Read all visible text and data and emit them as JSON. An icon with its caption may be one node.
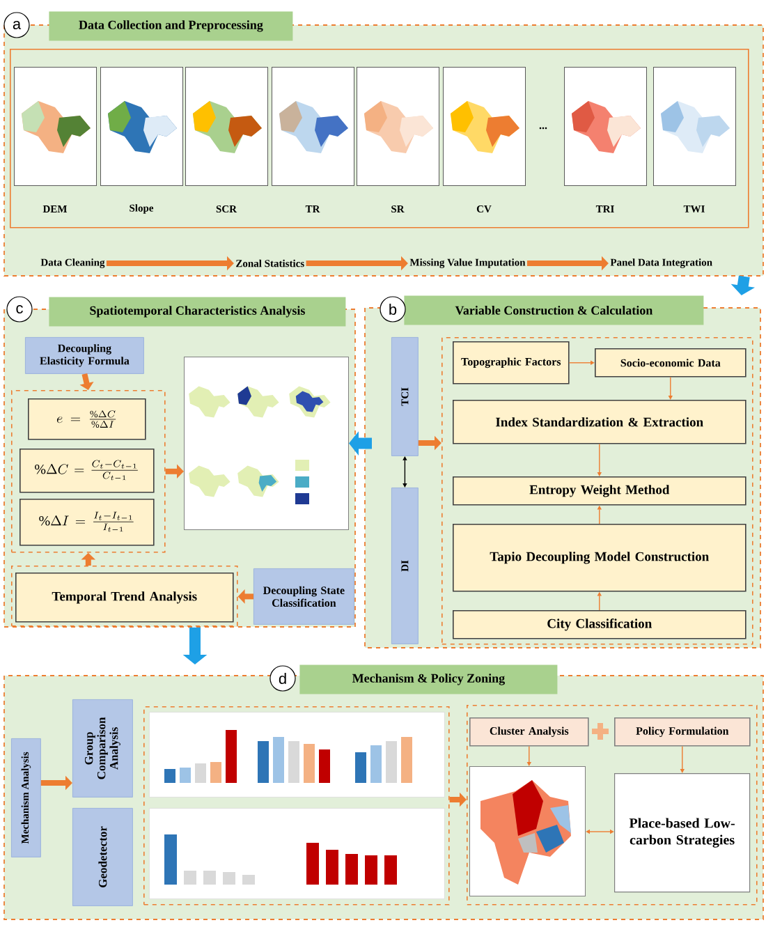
{
  "diagram": {
    "nodes": [
      {
        "text": [
          "Data Collection and Preprocessing"
        ]
      },
      {
        "text": [
          "a"
        ]
      },
      {
        "text": [],
        "shape": "box",
        "in": 0
      },
      {
        "text": [],
        "shape": "picture",
        "in": 2,
        "beside": [
          "DEM"
        ]
      },
      {
        "text": [],
        "shape": "picture",
        "in": 2,
        "beside": [
          "Slope"
        ]
      },
      {
        "text": [],
        "shape": "picture",
        "in": 2,
        "beside": [
          "SCR"
        ]
      },
      {
        "text": [],
        "shape": "picture",
        "in": 2,
        "beside": [
          "TR"
        ]
      },
      {
        "text": [],
        "shape": "picture",
        "in": 2,
        "beside": [
          "SR"
        ]
      },
      {
        "text": [],
        "shape": "picture",
        "in": 2,
        "beside": [
          "CV"
        ]
      },
      {
        "text": [],
        "shape": "picture",
        "in": 2,
        "beside": [
          "TRI"
        ]
      },
      {
        "text": [],
        "shape": "picture",
        "in": 2,
        "beside": [
          "TWI"
        ]
      },
      {
        "text": [
          "Data Cleaning"
        ],
        "in": 0
      },
      {
        "text": [
          "Zonal Statistics"
        ],
        "in": 0
      },
      {
        "text": [
          "Missing Value Imputation"
        ],
        "in": 0
      },
      {
        "text": [
          "Panel Data Integration"
        ],
        "in": 0
      },
      {
        "text": [
          "Spatiotemporal Characteristics Analysis"
        ]
      },
      {
        "text": [
          "c"
        ]
      },
      {
        "text": [
          "Decoupling Elasticity Formula"
        ],
        "in": 15
      },
      {
        "text": [],
        "shape": "box",
        "in": 15
      },
      {
        "text": [
          "e=\\frac{\\%\\Delta C}{\\%\\Delta I}"
        ],
        "in": 18
      },
      {
        "text": [
          "\\%\\Delta C=\\frac{C_t-C_{t-1}}{C_{t-1}}"
        ],
        "in": 18
      },
      {
        "text": [
          "\\%\\Delta I=\\frac{I_t-I_{t-1}}{I_{t-1}}"
        ],
        "in": 18
      },
      {
        "text": [],
        "shape": "picture",
        "in": 15
      },
      {
        "text": [],
        "shape": "box",
        "in": 15
      },
      {
        "text": [
          "Temporal Trend Analysis"
        ],
        "in": 23
      },
      {
        "text": [
          "Decoupling State Classification"
        ],
        "in": 15
      },
      {
        "text": [
          "Variable Construction & Calculation"
        ]
      },
      {
        "text": [
          "b"
        ]
      },
      {
        "text": [
          "TCI"
        ],
        "in": 26
      },
      {
        "text": [
          "DI"
        ],
        "in": 26
      },
      {
        "text": [],
        "shape": "box",
        "in": 26
      },
      {
        "text": [
          "Topographic Factors"
        ],
        "in": 30
      },
      {
        "text": [
          "Socio-economic Data"
        ],
        "in": 30
      },
      {
        "text": [
          "Index Standardization & Extraction"
        ],
        "in": 30
      },
      {
        "text": [
          "Entropy Weight Method"
        ],
        "in": 30
      },
      {
        "text": [
          "Tapio Decoupling Model Construction"
        ],
        "in": 30
      },
      {
        "text": [
          "City Classification"
        ],
        "in": 30
      },
      {
        "text": [
          "Mechanism & Policy Zoning"
        ]
      },
      {
        "text": [
          "d"
        ]
      },
      {
        "text": [
          "Mechanism Analysis"
        ],
        "in": 37
      },
      {
        "text": [
          "Group Comparison Analysis"
        ],
        "in": 37
      },
      {
        "text": [
          "Geodetector"
        ],
        "in": 37
      },
      {
        "text": [],
        "shape": "box",
        "in": 37
      },
      {
        "text": [],
        "shape": "picture",
        "in": 42
      },
      {
        "text": [],
        "shape": "picture",
        "in": 42
      },
      {
        "text": [],
        "shape": "box",
        "in": 37
      },
      {
        "text": [
          "Cluster Analysis"
        ],
        "in": 45
      },
      {
        "text": [
          "Policy Formulation"
        ],
        "in": 45
      },
      {
        "text": [],
        "shape": "picture",
        "in": 45
      },
      {
        "text": [
          "Place-based Low-carbon Strategies"
        ],
        "in": 45
      }
    ],
    "edges": [
      {
        "from": 11,
        "to": 12,
        "arrow": "to"
      },
      {
        "from": 12,
        "to": 13,
        "arrow": "to"
      },
      {
        "from": 13,
        "to": 14,
        "arrow": "to"
      },
      {
        "from": 0,
        "to": 26,
        "arrow": "to",
        "style": "thick",
        "color": "#1ea0e6"
      },
      {
        "from": 17,
        "to": 18,
        "arrow": "to"
      },
      {
        "from": 18,
        "to": 22,
        "arrow": "to"
      },
      {
        "from": 23,
        "to": 18,
        "arrow": "to"
      },
      {
        "from": 25,
        "to": 23,
        "arrow": "to"
      },
      {
        "from": 26,
        "to": 22,
        "arrow": "to",
        "style": "thick",
        "color": "#1ea0e6"
      },
      {
        "from": 15,
        "to": 37,
        "arrow": "to",
        "style": "thick",
        "color": "#1ea0e6"
      },
      {
        "from": 28,
        "to": 29,
        "arrow": "both",
        "color": "#000000"
      },
      {
        "from": 28,
        "to": 30,
        "arrow": "to"
      },
      {
        "from": 31,
        "to": 32,
        "arrow": "to"
      },
      {
        "from": 32,
        "to": 33,
        "arrow": "to"
      },
      {
        "from": 33,
        "to": 34,
        "arrow": "to"
      },
      {
        "from": 35,
        "to": 34,
        "arrow": "to"
      },
      {
        "from": 36,
        "to": 35,
        "arrow": "to"
      },
      {
        "from": 39,
        "to": 40,
        "arrow": "to"
      },
      {
        "from": 42,
        "to": 45,
        "arrow": "to"
      },
      {
        "from": 46,
        "to": 48,
        "arrow": "to"
      },
      {
        "from": 47,
        "to": 49,
        "arrow": "to"
      },
      {
        "from": 48,
        "to": 49,
        "arrow": "both"
      }
    ],
    "labels": [
      "..."
    ]
  }
}
